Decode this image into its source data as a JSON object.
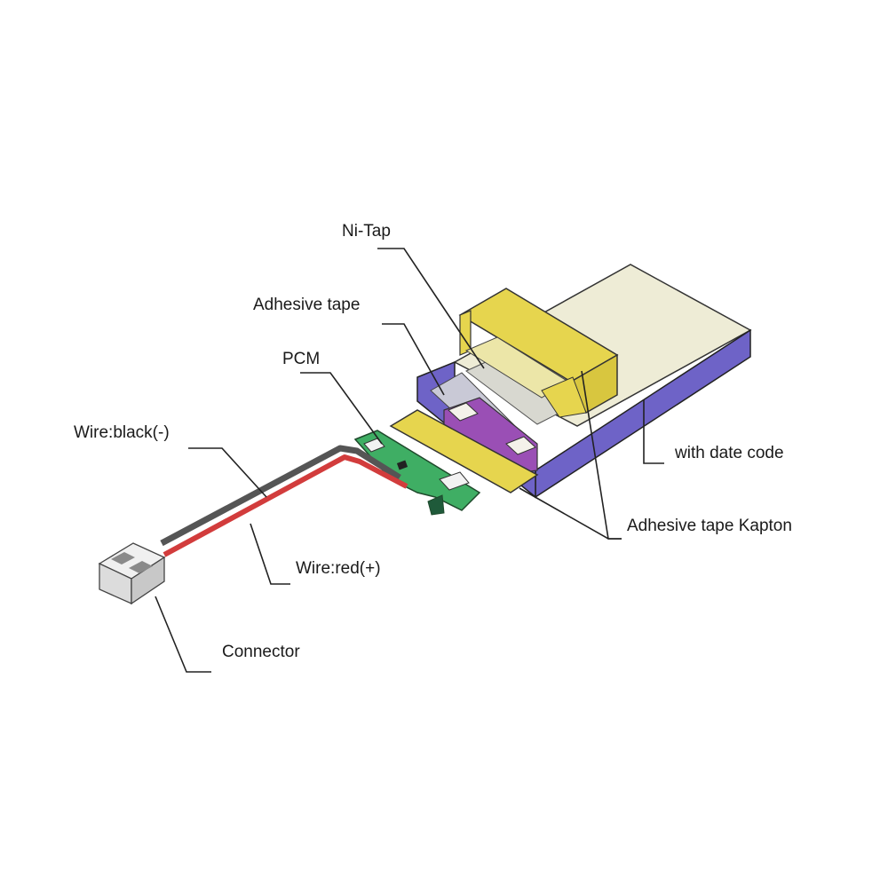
{
  "labels": {
    "ni_tap": "Ni-Tap",
    "adhesive_tape": "Adhesive tape",
    "pcm": "PCM",
    "wire_black": "Wire:black(-)",
    "wire_red": "Wire:red(+)",
    "connector": "Connector",
    "date_code": "with date code",
    "kapton": "Adhesive tape Kapton"
  },
  "colors": {
    "case_side": "#6e63c7",
    "cell_top": "#eeecd6",
    "kapton_tape": "#e6d54e",
    "cell_pocket": "#9a4fb5",
    "pcb": "#3fae64",
    "wire_black": "#555555",
    "wire_red": "#d23c3c",
    "connector": "#e3e3e3"
  }
}
